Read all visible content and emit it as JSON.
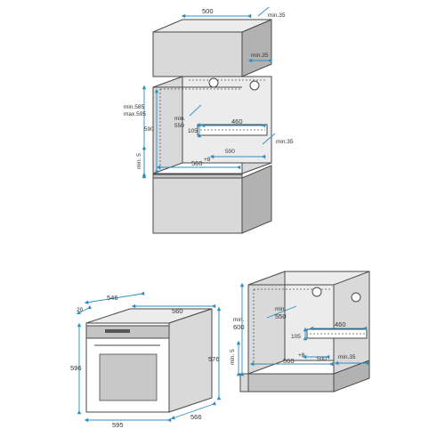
{
  "colors": {
    "dimension_line": "#2a8fc4",
    "outline": "#4a4a4a",
    "panel": "#d9d9d9"
  },
  "top_diagram": {
    "d_500_top": "500",
    "d_min35_top": "min.35",
    "d_min35_right": "min.35",
    "d_min585": "min.585",
    "d_max595": "max.595",
    "d_590": "590",
    "d_min": "min.",
    "d_550": "550",
    "d_460": "460",
    "d_105": "105",
    "d_500_inner": "500",
    "d_min35_side": "min.35",
    "d_min5": "min. 5",
    "d_560": "560",
    "d_560_sup": "+8"
  },
  "oven": {
    "d_20": "20",
    "d_546": "546",
    "d_560": "560",
    "d_596": "596",
    "d_576": "576",
    "d_595": "595",
    "d_566": "566"
  },
  "bottom_cabinet": {
    "d_min": "min.",
    "d_600": "600",
    "d_min_b": "min.",
    "d_550": "550",
    "d_460": "460",
    "d_105": "105",
    "d_min5": "min. 5",
    "d_560": "560",
    "d_560_sup": "+8",
    "d_500": "500",
    "d_min35": "min.35"
  }
}
